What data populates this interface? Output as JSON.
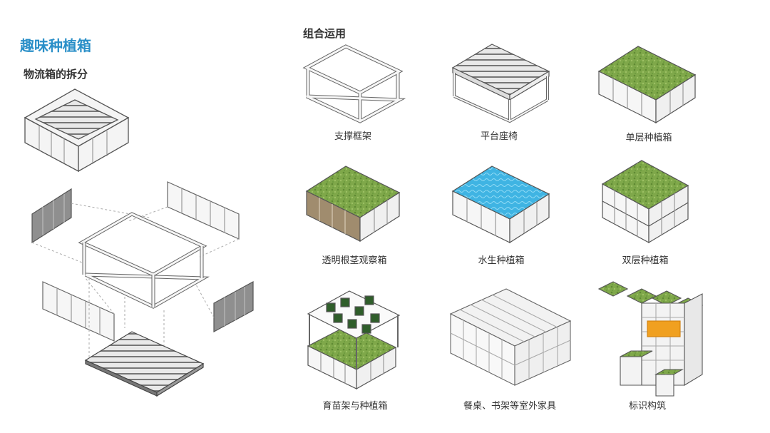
{
  "title": "趣味种植箱",
  "subtitle": "物流箱的拆分",
  "group_title": "组合运用",
  "items": [
    {
      "label": "支撑框架"
    },
    {
      "label": "平台座椅"
    },
    {
      "label": "单层种植箱"
    },
    {
      "label": "透明根茎观察箱"
    },
    {
      "label": "水生种植箱"
    },
    {
      "label": "双层种植箱"
    },
    {
      "label": "育苗架与种植箱"
    },
    {
      "label": "餐桌、书架等室外家具"
    },
    {
      "label": "标识构筑"
    }
  ],
  "colors": {
    "title": "#2a8fc8",
    "grass": "#7fa84a",
    "water": "#3fb4e3",
    "frame": "#f2f2f2",
    "outline": "#555555"
  }
}
